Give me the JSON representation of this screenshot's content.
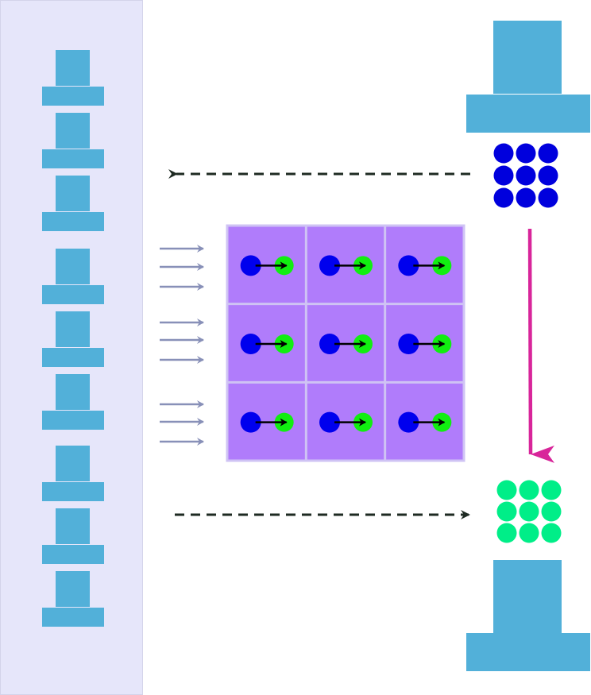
{
  "colors": {
    "background": "#ffffff",
    "sidebar_fill": "#e6e6fa",
    "sidebar_stroke": "#d4d4ea",
    "monitor_blue": "#52b0d9",
    "grid_fill": "#b07cfb",
    "grid_line": "#cfc3f4",
    "blue_dot": "#0000ee",
    "green_dot": "#11ee11",
    "dot_arrow": "#000000",
    "flow_arrow": "#8890b8",
    "dashed_arrow": "#1e2a22",
    "magenta_arrow": "#d8259a",
    "top_dots": "#0000dd",
    "bottom_dots": "#00ee88"
  },
  "sidebar": {
    "icon": "monitor-icon",
    "count": 9
  },
  "top_node": {
    "icon": "monitor-icon",
    "dot_grid": "3x3"
  },
  "bottom_node": {
    "icon": "monitor-icon",
    "dot_grid": "3x3"
  },
  "grid": {
    "rows": 3,
    "cols": 3
  },
  "input_arrows": {
    "groups": 3,
    "per_group": 3
  },
  "arrows": {
    "top_to_sidebar": "dashed-arrow-left",
    "sidebar_to_bottom": "dashed-arrow-right",
    "top_to_bottom": "solid-arrow-down"
  },
  "text": {}
}
